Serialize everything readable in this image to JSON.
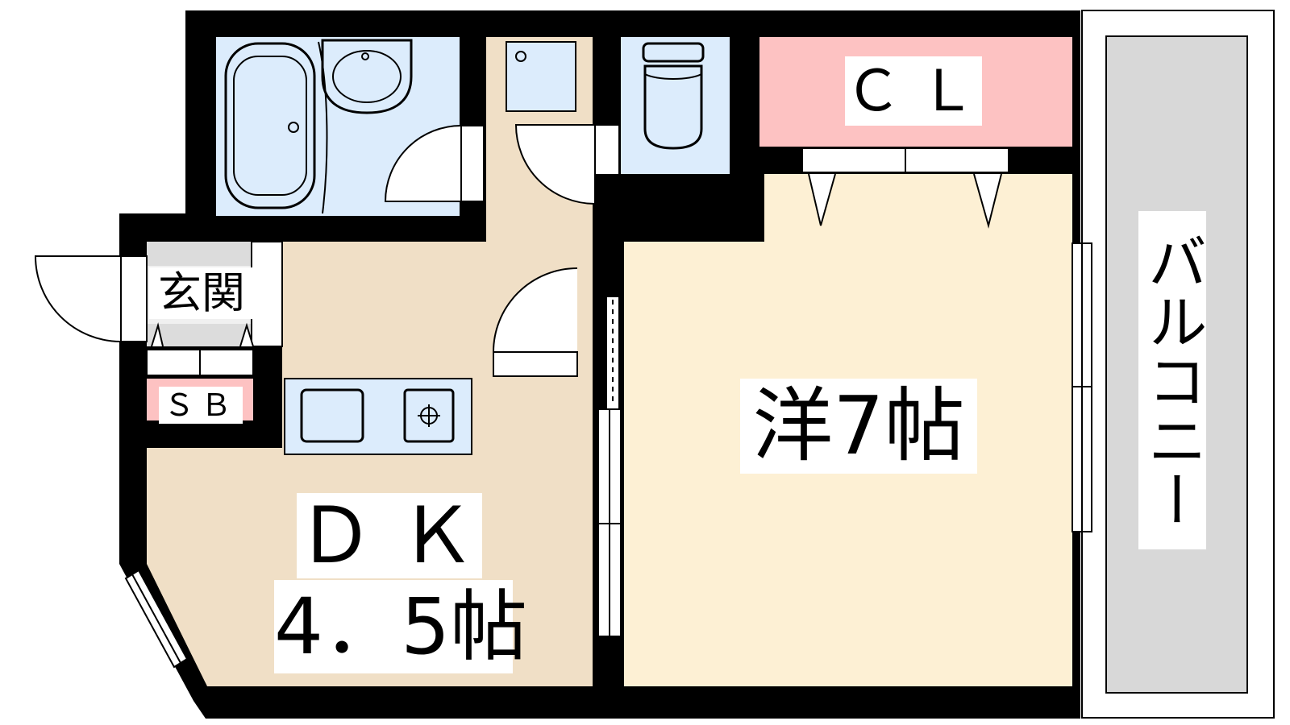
{
  "plan": {
    "rooms": {
      "closet": "ＣＬ",
      "entrance": "玄関",
      "shoe_box": "ＳＢ",
      "western_room": "洋7帖",
      "dining_kitchen": "ＤＫ",
      "dining_kitchen_size": "4．5帖",
      "balcony": "バルコニー"
    },
    "colors": {
      "wall": "#000000",
      "wet_area": "#dcecfc",
      "hall_dk": "#f0dfc6",
      "western_room": "#fdf0d4",
      "closet": "#fdc2c2",
      "balcony": "#d8d8d8",
      "entrance_floor": "#dcdcdc"
    }
  }
}
